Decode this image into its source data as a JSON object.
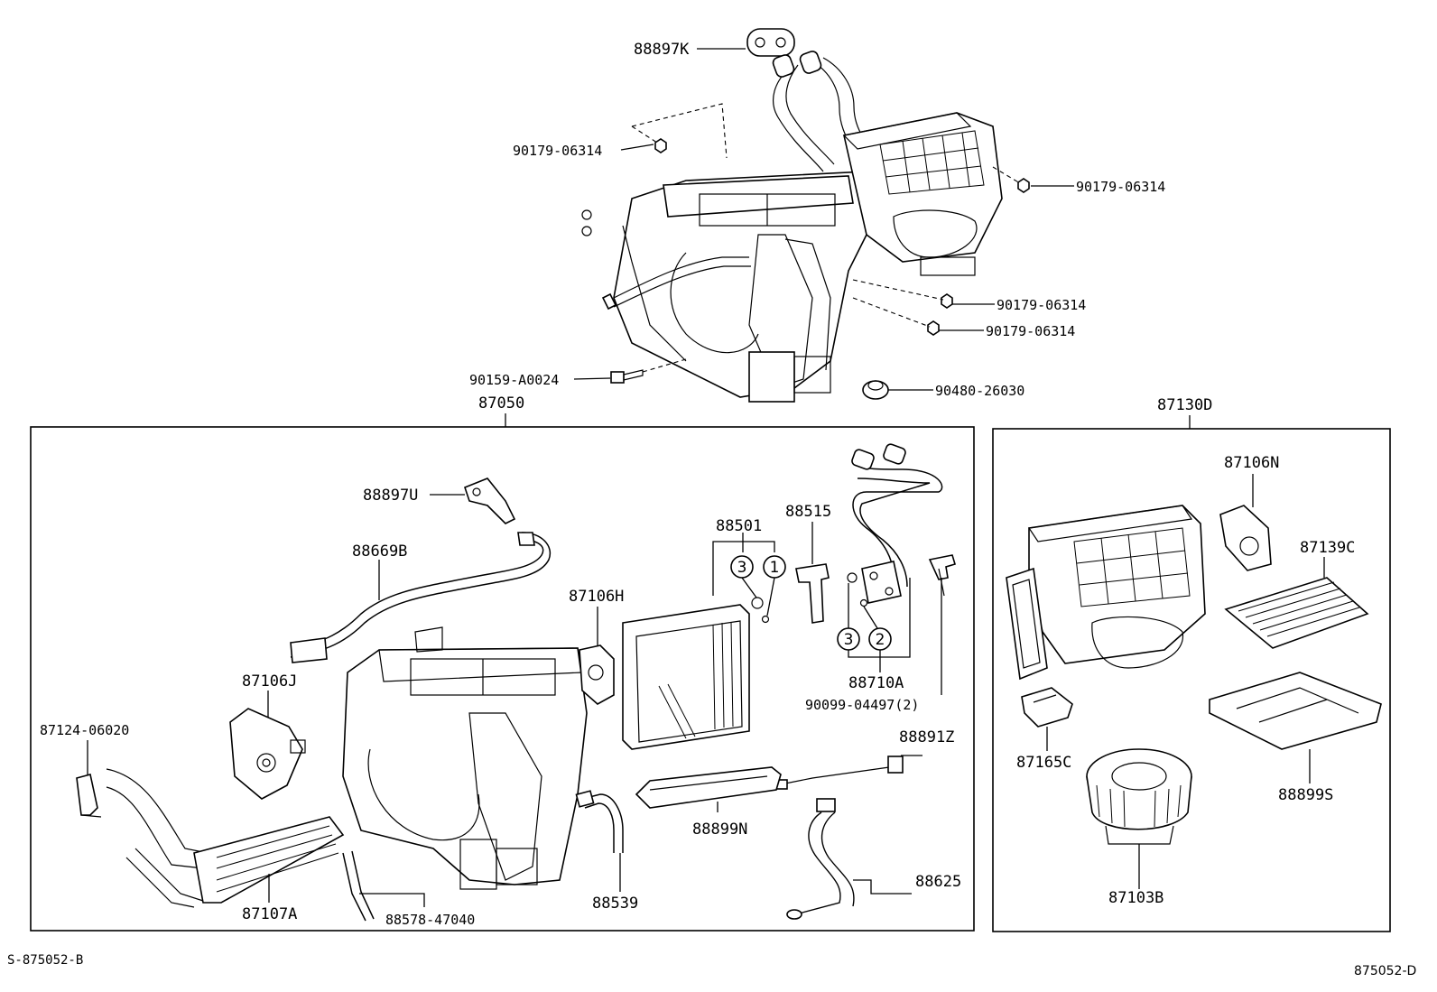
{
  "labels": {
    "p88897K": "88897K",
    "p90179_a": "90179-06314",
    "p90179_b": "90179-06314",
    "p90179_c": "90179-06314",
    "p90179_d": "90179-06314",
    "p90159": "90159-A0024",
    "p90480": "90480-26030",
    "p87050": "87050",
    "p87130D": "87130D",
    "p88897U": "88897U",
    "p88669B": "88669B",
    "p88501": "88501",
    "p88515": "88515",
    "p87106H": "87106H",
    "p87106J": "87106J",
    "p87124": "87124-06020",
    "p88710A": "88710A",
    "p90099": "90099-04497(2)",
    "p88891Z": "88891Z",
    "p88899N": "88899N",
    "p88539": "88539",
    "p88625": "88625",
    "p87107A": "87107A",
    "p88578": "88578-47040",
    "p87106N": "87106N",
    "p87139C": "87139C",
    "p87165C": "87165C",
    "p88899S": "88899S",
    "p87103B": "87103B"
  },
  "circled": {
    "c3a": "3",
    "c1": "1",
    "c3b": "3",
    "c2": "2"
  },
  "footer": {
    "left": "S-875052-B",
    "right": "875052-D"
  }
}
